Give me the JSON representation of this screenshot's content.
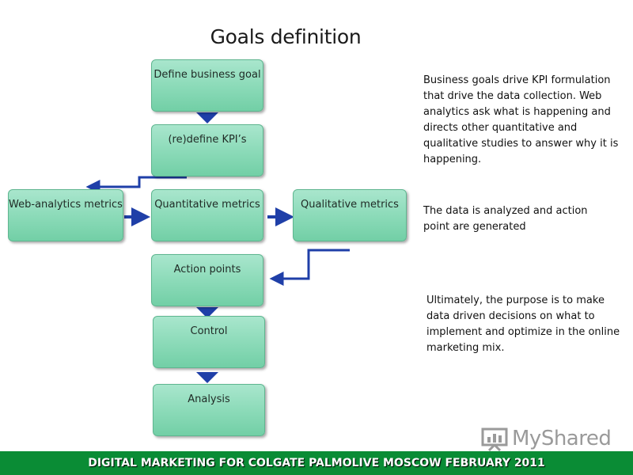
{
  "title": "Goals definition",
  "boxes": {
    "define_goal": "Define business goal",
    "redefine_kpi": "(re)define KPI’s",
    "web_analytics": "Web-analytics metrics",
    "quantitative": "Quantitative metrics",
    "qualitative": "Qualitative metrics",
    "action_points": "Action points",
    "control": "Control",
    "analysis": "Analysis"
  },
  "descriptions": {
    "goals": "Business goals drive KPI formulation that drive the data collection. Web analytics ask what is happening and directs other quantitative and qualitative studies to answer why it is happening.",
    "analyzed": "The data is analyzed and action point are generated",
    "purpose": "Ultimately, the purpose is to make data driven decisions on what to implement  and optimize in the online marketing mix."
  },
  "footer": "DIGITAL MARKETING FOR COLGATE PALMOLIVE MOSCOW FEBRUARY 2011",
  "logo": {
    "text": "MyShared"
  },
  "colors": {
    "box_fill": "#8fdcbb",
    "arrow": "#1f3fa8",
    "footer_bg": "#0a8c35"
  }
}
